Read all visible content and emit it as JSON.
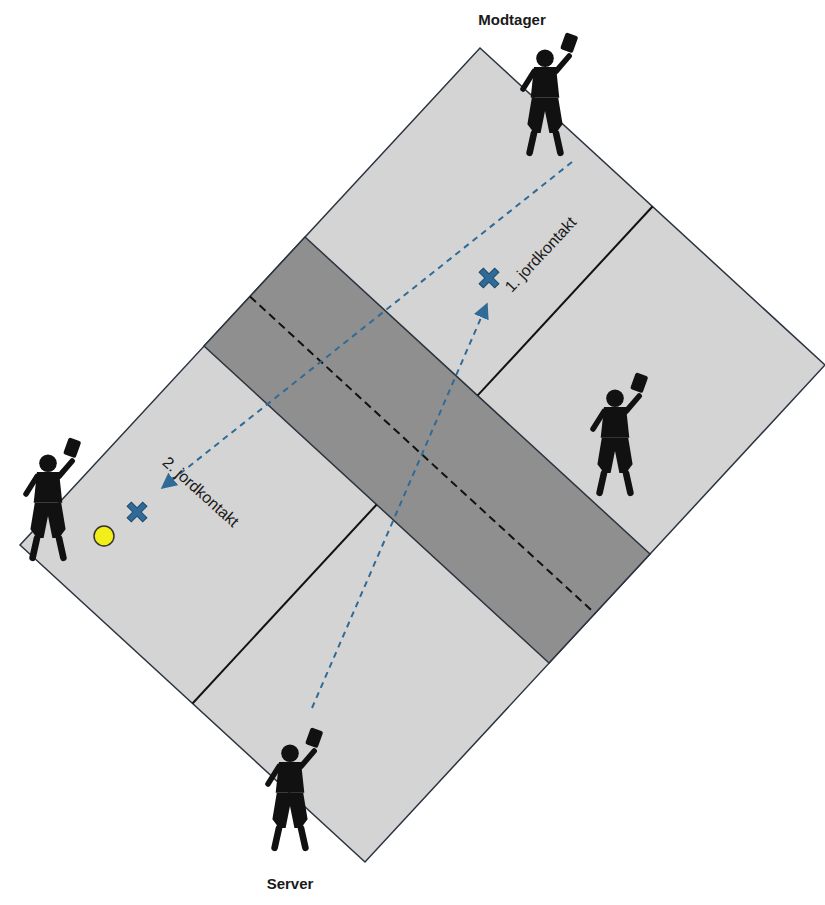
{
  "diagram": {
    "labels": [
      "Modtager",
      "1. jordkontakt",
      "2. jordkontakt",
      "Server"
    ]
  }
}
